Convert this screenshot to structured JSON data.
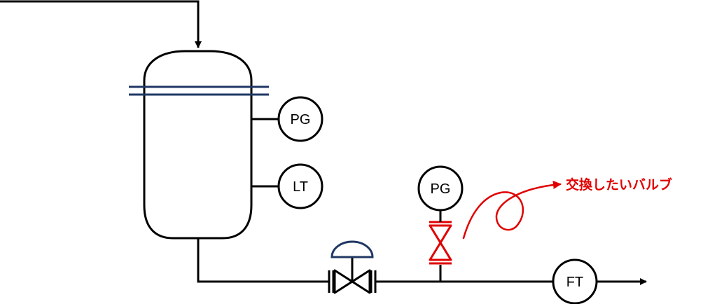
{
  "colors": {
    "line": "#000000",
    "flange": "#1f3864",
    "highlight": "#e00000"
  },
  "instruments": {
    "pg_vessel": "PG",
    "lt_vessel": "LT",
    "pg_line": "PG",
    "ft_line": "FT"
  },
  "annotation": {
    "text": "交換したいバルブ"
  }
}
